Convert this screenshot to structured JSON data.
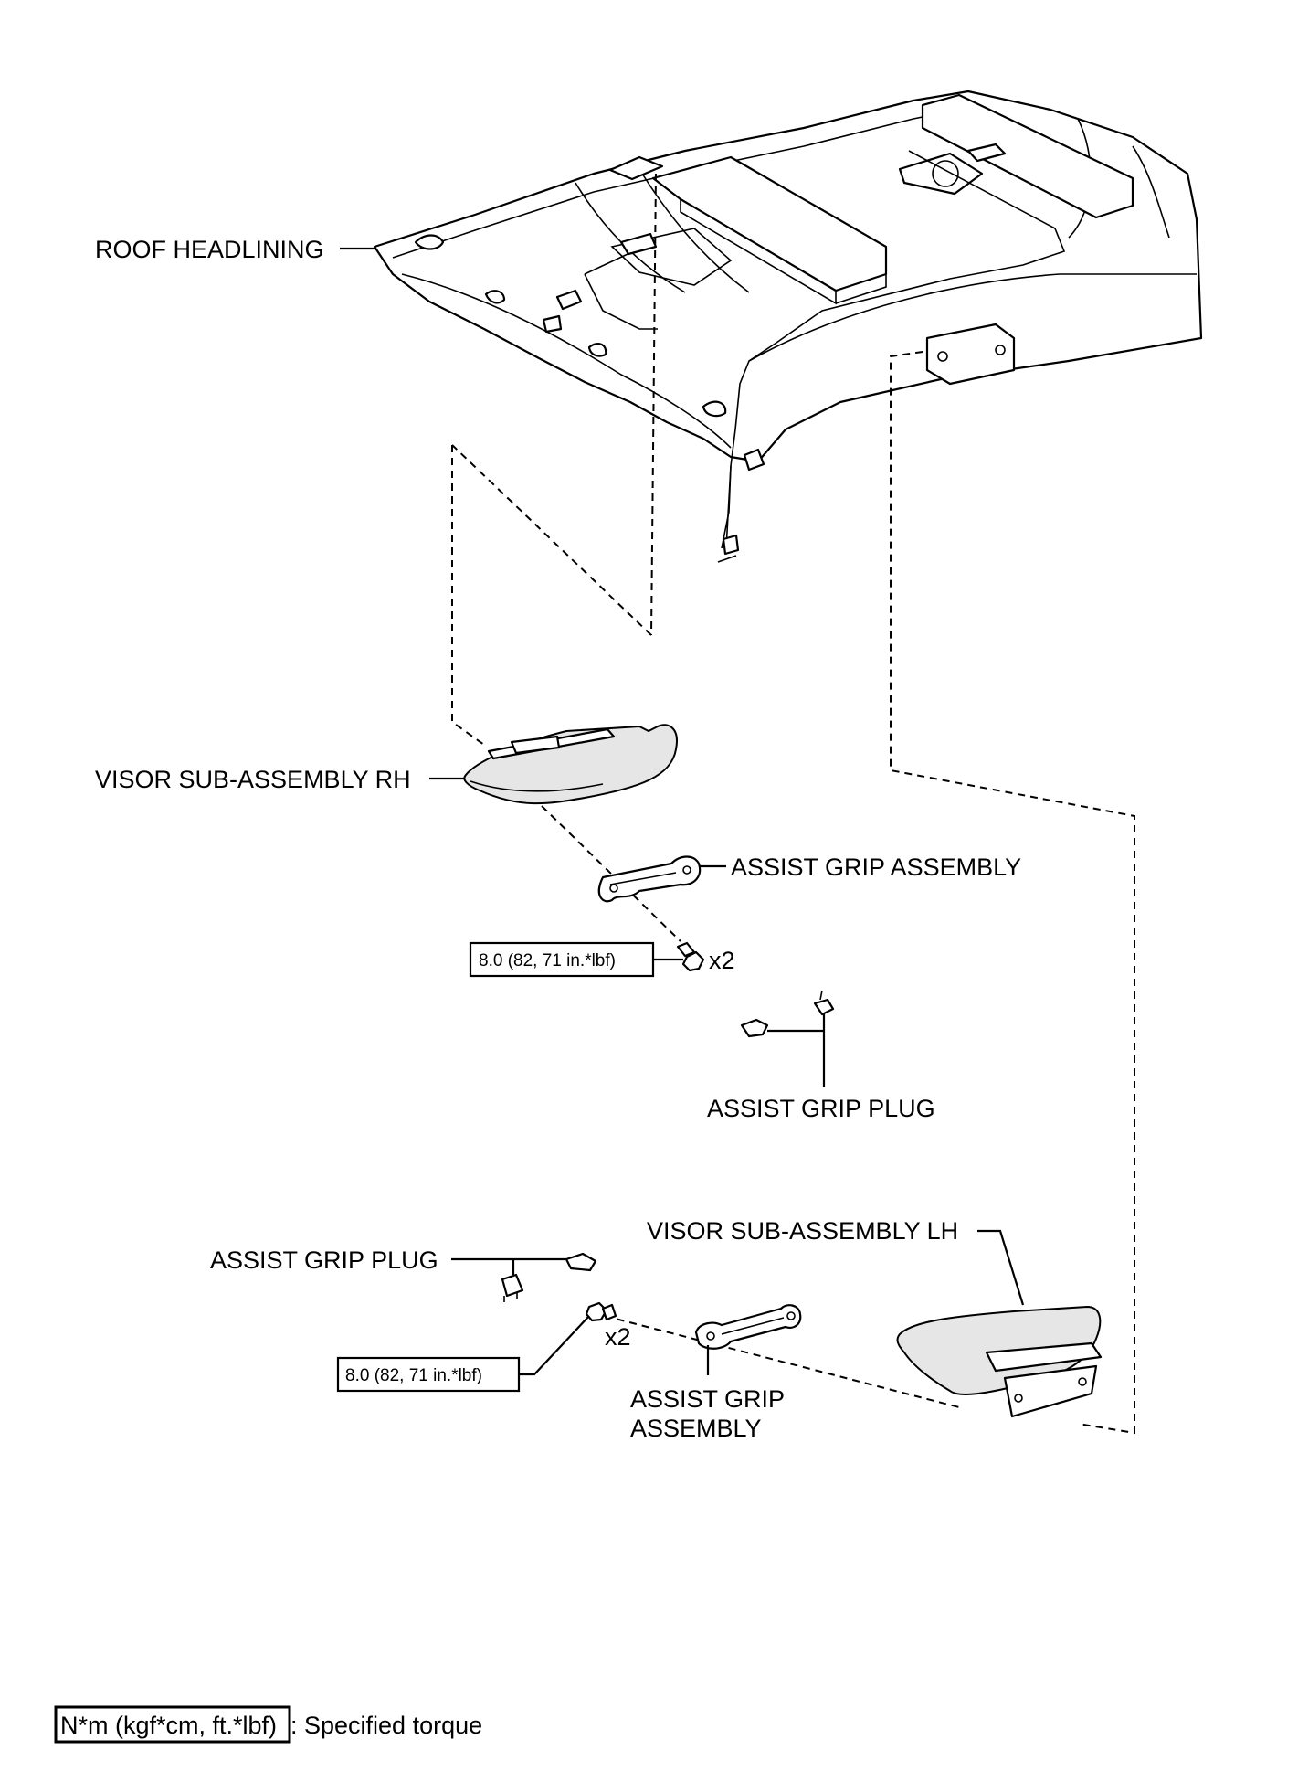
{
  "labels": {
    "roof_headlining": "ROOF HEADLINING",
    "visor_rh": "VISOR SUB-ASSEMBLY RH",
    "assist_grip_assembly_upper": "ASSIST GRIP ASSEMBLY",
    "assist_grip_plug_upper": "ASSIST GRIP PLUG",
    "visor_lh": "VISOR SUB-ASSEMBLY LH",
    "assist_grip_plug_lower": "ASSIST GRIP PLUG",
    "assist_grip_assembly_lower_line1": "ASSIST GRIP",
    "assist_grip_assembly_lower_line2": "ASSEMBLY"
  },
  "torque": {
    "upper": "8.0 (82, 71 in.*lbf)",
    "lower": "8.0 (82, 71 in.*lbf)"
  },
  "quantity": {
    "upper": "x2",
    "lower": "x2"
  },
  "legend": {
    "unit": "N*m (kgf*cm, ft.*lbf)",
    "description": ": Specified torque"
  }
}
